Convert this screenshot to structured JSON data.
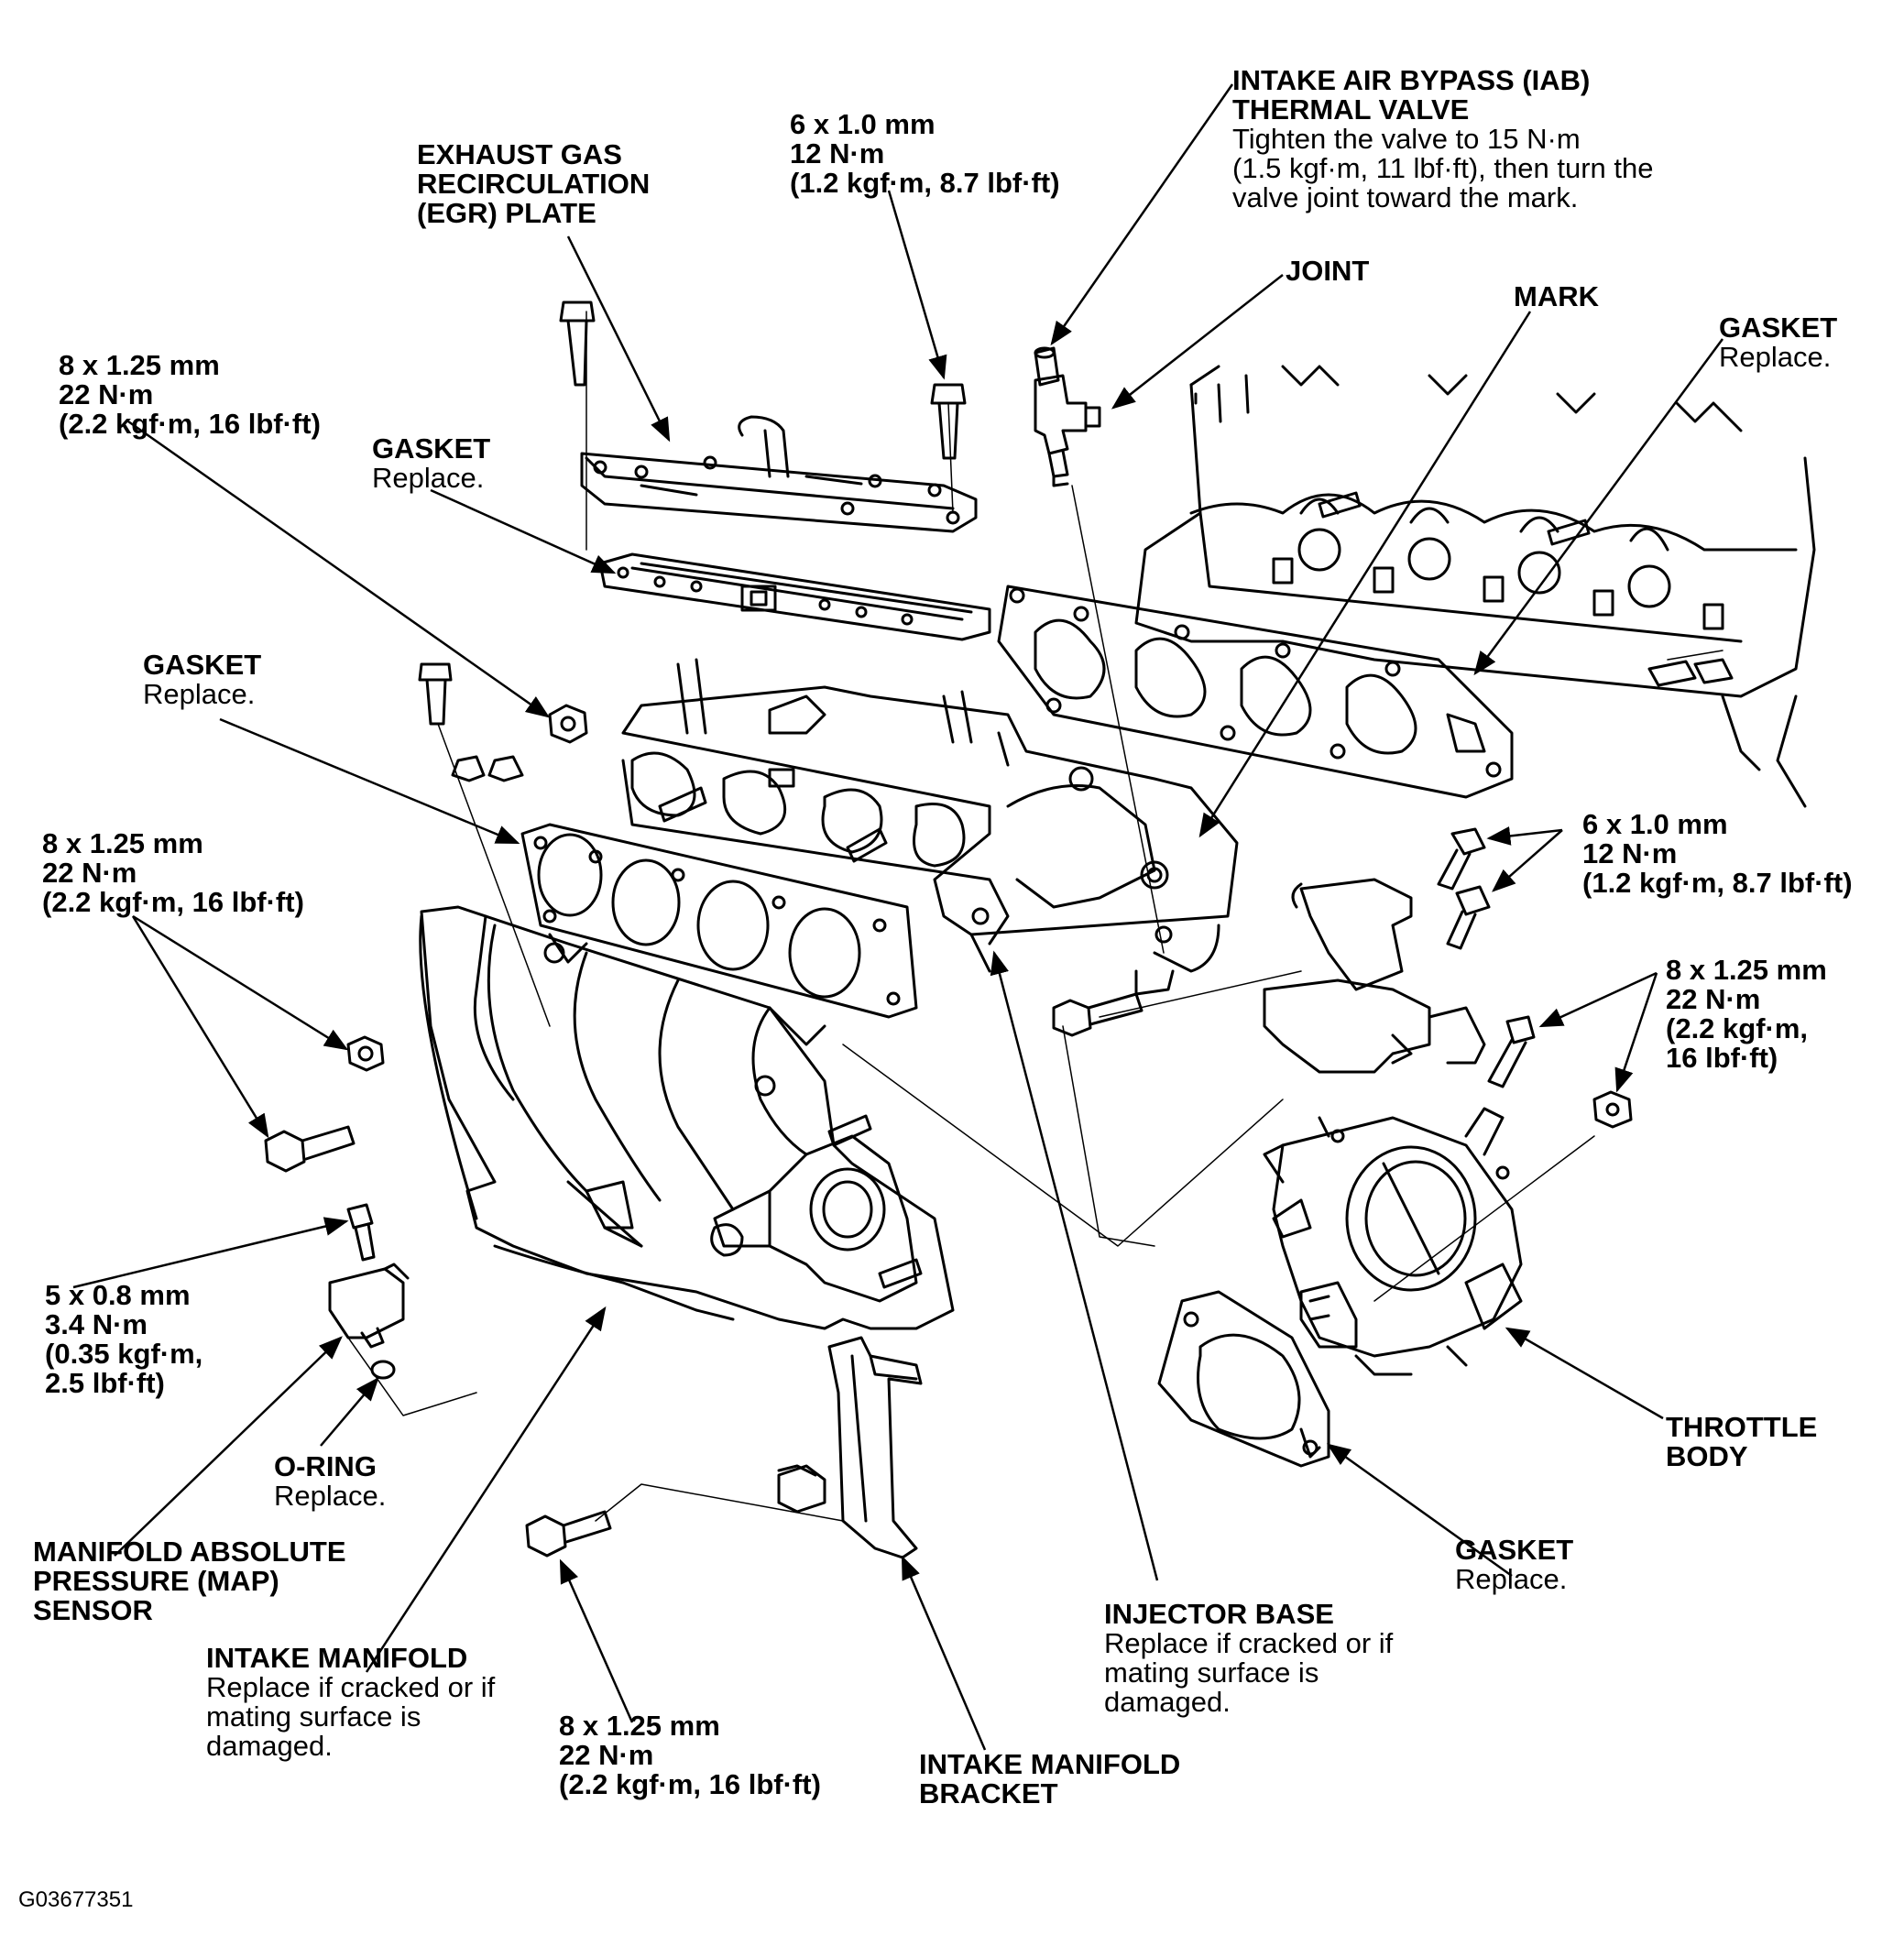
{
  "figure_id": "G03677351",
  "labels": {
    "iab_valve": {
      "title": "INTAKE AIR BYPASS (IAB)\nTHERMAL VALVE",
      "note": "Tighten the valve to 15 N·m\n(1.5 kgf·m, 11 lbf·ft), then turn the\nvalve joint toward the mark."
    },
    "egr_plate": {
      "title": "EXHAUST GAS\nRECIRCULATION\n(EGR) PLATE"
    },
    "spec_egr_bolt": {
      "spec": "6 x 1.0 mm\n12 N·m\n(1.2 kgf·m, 8.7 lbf·ft)"
    },
    "joint": {
      "title": "JOINT"
    },
    "mark": {
      "title": "MARK"
    },
    "gasket_head": {
      "title": "GASKET",
      "note": "Replace."
    },
    "spec_upper_left": {
      "spec": "8 x 1.25 mm\n22 N·m\n(2.2 kgf·m, 16 lbf·ft)"
    },
    "gasket_egr": {
      "title": "GASKET",
      "note": "Replace."
    },
    "gasket_injector": {
      "title": "GASKET",
      "note": "Replace."
    },
    "spec_mid_left": {
      "spec": "8 x 1.25 mm\n22 N·m\n(2.2 kgf·m, 16 lbf·ft)"
    },
    "spec_right_bracket": {
      "spec": "6 x 1.0 mm\n12 N·m\n(1.2 kgf·m, 8.7 lbf·ft)"
    },
    "spec_throttle": {
      "spec": "8 x 1.25 mm\n22 N·m\n(2.2 kgf·m,\n16 lbf·ft)"
    },
    "spec_map": {
      "spec": "5 x 0.8 mm\n3.4 N·m\n(0.35 kgf·m,\n2.5 lbf·ft)"
    },
    "throttle_body": {
      "title": "THROTTLE\nBODY"
    },
    "oring": {
      "title": "O-RING",
      "note": "Replace."
    },
    "gasket_throttle": {
      "title": "GASKET",
      "note": "Replace."
    },
    "map_sensor": {
      "title": "MANIFOLD ABSOLUTE\nPRESSURE (MAP)\nSENSOR"
    },
    "injector_base": {
      "title": "INJECTOR BASE",
      "note": "Replace if cracked or if\nmating surface is\ndamaged."
    },
    "intake_manifold": {
      "title": "INTAKE MANIFOLD",
      "note": "Replace if cracked or if\nmating surface is\ndamaged."
    },
    "spec_bottom": {
      "spec": "8 x 1.25 mm\n22 N·m\n(2.2 kgf·m, 16 lbf·ft)"
    },
    "bracket": {
      "title": "INTAKE MANIFOLD\nBRACKET"
    }
  }
}
